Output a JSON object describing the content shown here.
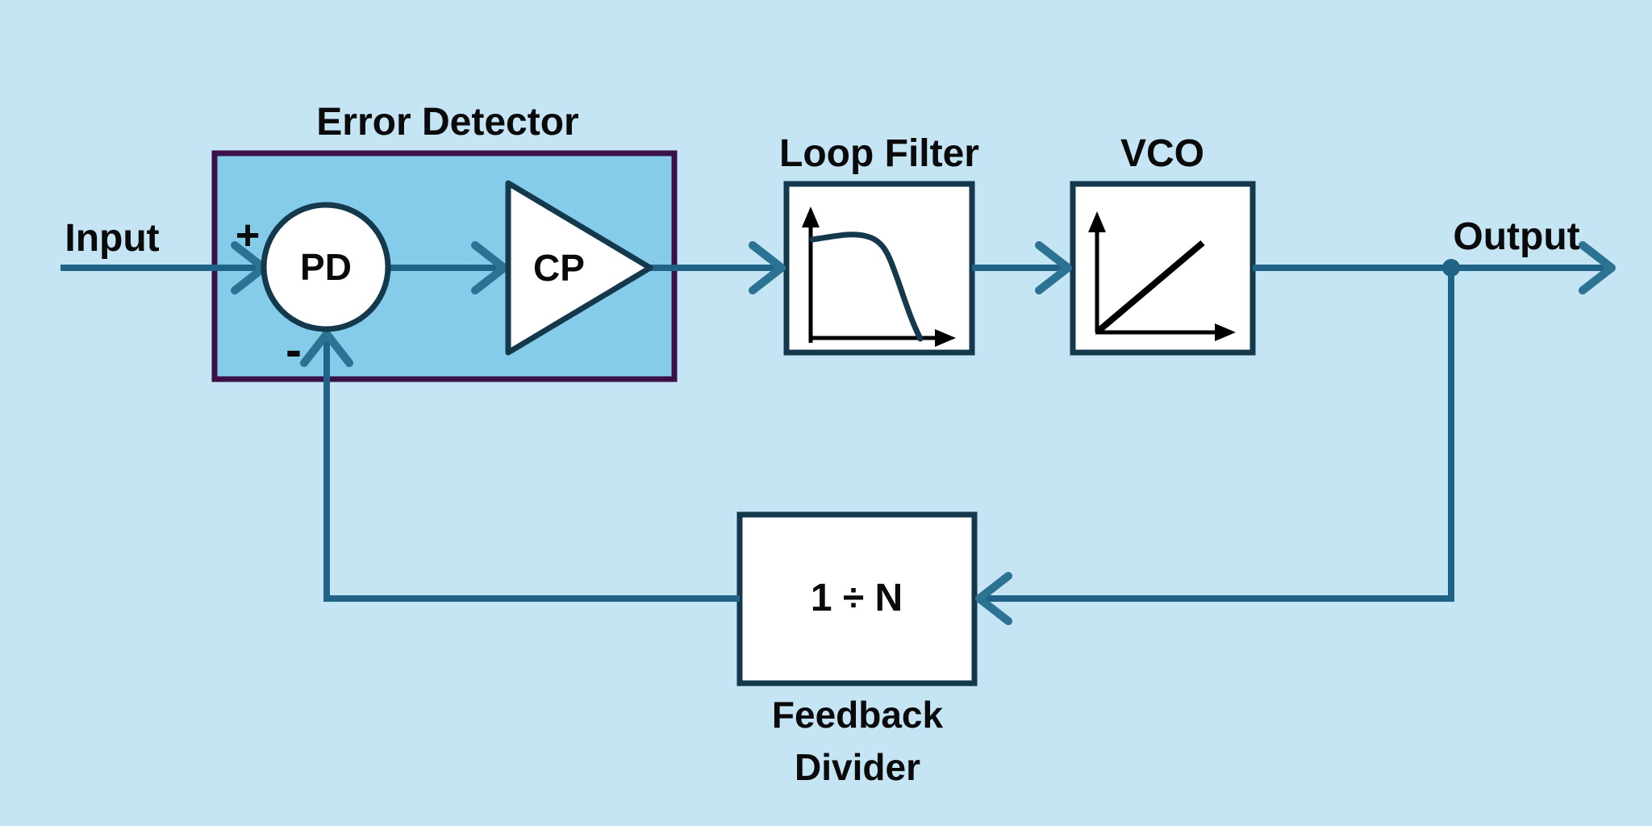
{
  "diagram": {
    "labels": {
      "input": "Input",
      "output": "Output",
      "error_detector": "Error Detector",
      "loop_filter": "Loop Filter",
      "vco": "VCO",
      "feedback_line1": "Feedback",
      "feedback_line2": "Divider",
      "phase_detector": "PD",
      "charge_pump": "CP",
      "divider_ratio": "1 ÷ N",
      "plus_sign": "+",
      "minus_sign": "-"
    },
    "colors": {
      "background": "#c5e4f4",
      "error_box_fill": "#85cbea",
      "error_box_border": "#3b1048",
      "block_fill": "#ffffff",
      "block_border": "#14384c",
      "signal_line": "#1f6487",
      "arrowhead": "#2c7293",
      "axis": "#000000",
      "text": "#0a0a0a"
    }
  }
}
